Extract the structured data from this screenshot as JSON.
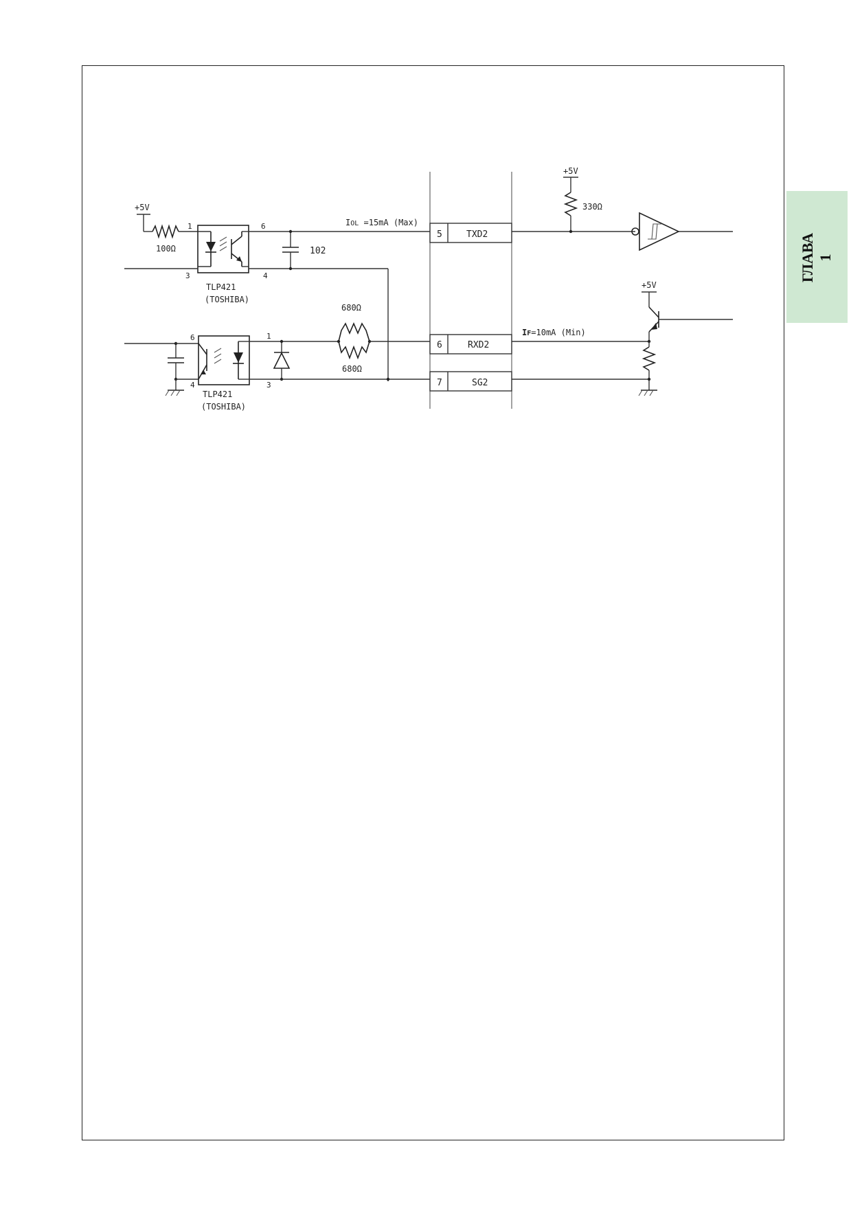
{
  "chapter": {
    "word": "ГЛАВА",
    "number": "1"
  },
  "colors": {
    "tab": "#cfe8d2",
    "ink": "#222222",
    "frame": "#222222"
  },
  "tx": {
    "vcc_left": "+5V",
    "r_in": "100Ω",
    "pin1": "1",
    "pin3": "3",
    "pin4": "4",
    "pin6": "6",
    "part": "TLP421",
    "maker": "(TOSHIBA)",
    "cap": "102",
    "current_prefix": "I",
    "current_sub": "OL",
    "current_rest": " =15mA (Max)",
    "vcc_right": "+5V",
    "pullup": "330Ω"
  },
  "rx": {
    "pin6": "6",
    "pin4": "4",
    "pin1": "1",
    "pin3": "3",
    "part": "TLP421",
    "maker": "(TOSHIBA)",
    "r_top": "680Ω",
    "r_bot": "680Ω",
    "current_prefix": "I",
    "current_sub": "F",
    "current_rest": "=10mA (Min)",
    "vcc": "+5V"
  },
  "connector": [
    {
      "pin": "5",
      "signal": "TXD2"
    },
    {
      "pin": "6",
      "signal": "RXD2"
    },
    {
      "pin": "7",
      "signal": "SG2"
    }
  ]
}
